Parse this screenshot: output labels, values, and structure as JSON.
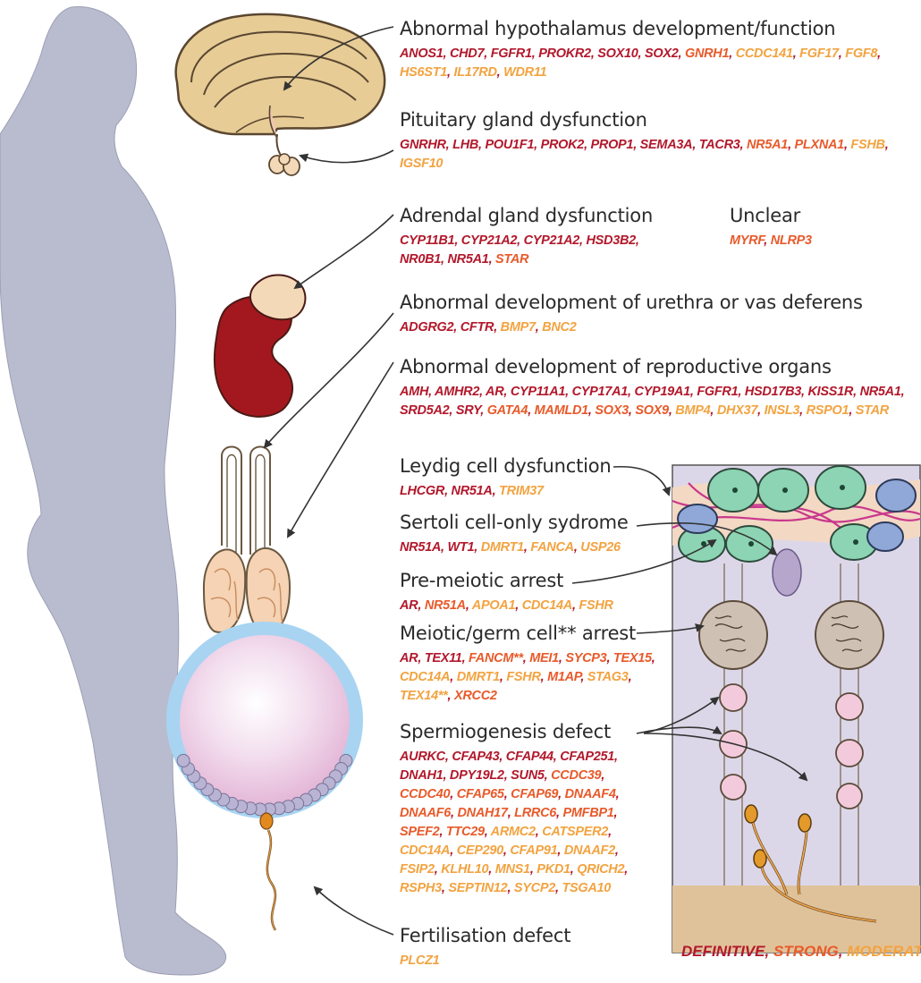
{
  "sections": [
    {
      "id": "hypothalamus",
      "title": "Abnormal hypothalamus development/function",
      "genes": [
        {
          "n": "ANOS1",
          "l": "definitive"
        },
        {
          "n": "CHD7",
          "l": "definitive"
        },
        {
          "n": "FGFR1",
          "l": "definitive"
        },
        {
          "n": "PROKR2",
          "l": "definitive"
        },
        {
          "n": "SOX10",
          "l": "definitive"
        },
        {
          "n": "SOX2",
          "l": "definitive"
        },
        {
          "n": "GNRH1",
          "l": "strong"
        },
        {
          "n": "CCDC141",
          "l": "moderate"
        },
        {
          "n": "FGF17",
          "l": "moderate"
        },
        {
          "n": "FGF8",
          "l": "moderate"
        },
        {
          "n": "HS6ST1",
          "l": "moderate"
        },
        {
          "n": "IL17RD",
          "l": "moderate"
        },
        {
          "n": "WDR11",
          "l": "moderate"
        }
      ]
    },
    {
      "id": "pituitary",
      "title": "Pituitary gland dysfunction",
      "genes": [
        {
          "n": "GNRHR",
          "l": "definitive"
        },
        {
          "n": "LHB",
          "l": "definitive"
        },
        {
          "n": "POU1F1",
          "l": "definitive"
        },
        {
          "n": "PROK2",
          "l": "definitive"
        },
        {
          "n": "PROP1",
          "l": "definitive"
        },
        {
          "n": "SEMA3A",
          "l": "definitive"
        },
        {
          "n": "TACR3",
          "l": "definitive"
        },
        {
          "n": "NR5A1",
          "l": "strong"
        },
        {
          "n": "PLXNA1",
          "l": "strong"
        },
        {
          "n": "FSHB",
          "l": "moderate"
        },
        {
          "n": "IGSF10",
          "l": "moderate"
        }
      ]
    },
    {
      "id": "adrenal",
      "title": "Adrendal gland dysfunction",
      "genes": [
        {
          "n": "CYP11B1",
          "l": "definitive"
        },
        {
          "n": "CYP21A2",
          "l": "definitive"
        },
        {
          "n": "CYP21A2",
          "l": "definitive"
        },
        {
          "n": "HSD3B2",
          "l": "definitive"
        },
        {
          "n": "NR0B1",
          "l": "definitive"
        },
        {
          "n": "NR5A1",
          "l": "definitive"
        },
        {
          "n": "STAR",
          "l": "strong"
        }
      ]
    },
    {
      "id": "unclear",
      "title": "Unclear",
      "genes": [
        {
          "n": "MYRF",
          "l": "strong"
        },
        {
          "n": "NLRP3",
          "l": "strong"
        }
      ]
    },
    {
      "id": "urethra",
      "title": "Abnormal development of urethra or vas deferens",
      "genes": [
        {
          "n": "ADGRG2",
          "l": "definitive"
        },
        {
          "n": "CFTR",
          "l": "definitive"
        },
        {
          "n": "BMP7",
          "l": "moderate"
        },
        {
          "n": "BNC2",
          "l": "moderate"
        }
      ]
    },
    {
      "id": "reproductive",
      "title": "Abnormal development of reproductive organs",
      "genes": [
        {
          "n": "AMH",
          "l": "definitive"
        },
        {
          "n": "AMHR2",
          "l": "definitive"
        },
        {
          "n": "AR",
          "l": "definitive"
        },
        {
          "n": "CYP11A1",
          "l": "definitive"
        },
        {
          "n": "CYP17A1",
          "l": "definitive"
        },
        {
          "n": "CYP19A1",
          "l": "definitive"
        },
        {
          "n": "FGFR1",
          "l": "definitive"
        },
        {
          "n": "HSD17B3",
          "l": "definitive"
        },
        {
          "n": "KISS1R",
          "l": "definitive"
        },
        {
          "n": "NR5A1",
          "l": "definitive"
        },
        {
          "n": "SRD5A2",
          "l": "definitive"
        },
        {
          "n": "SRY",
          "l": "definitive"
        },
        {
          "n": "GATA4",
          "l": "strong"
        },
        {
          "n": "MAMLD1",
          "l": "strong"
        },
        {
          "n": "SOX3",
          "l": "strong"
        },
        {
          "n": "SOX9",
          "l": "strong"
        },
        {
          "n": "BMP4",
          "l": "moderate"
        },
        {
          "n": "DHX37",
          "l": "moderate"
        },
        {
          "n": "INSL3",
          "l": "moderate"
        },
        {
          "n": "RSPO1",
          "l": "moderate"
        },
        {
          "n": "STAR",
          "l": "moderate"
        }
      ]
    },
    {
      "id": "leydig",
      "title": "Leydig cell dysfunction",
      "genes": [
        {
          "n": "LHCGR",
          "l": "definitive"
        },
        {
          "n": "NR51A",
          "l": "definitive"
        },
        {
          "n": "TRIM37",
          "l": "moderate"
        }
      ]
    },
    {
      "id": "sertoli",
      "title": "Sertoli cell-only sydrome",
      "genes": [
        {
          "n": "NR51A",
          "l": "definitive"
        },
        {
          "n": "WT1",
          "l": "definitive"
        },
        {
          "n": "DMRT1",
          "l": "moderate"
        },
        {
          "n": "FANCA",
          "l": "moderate"
        },
        {
          "n": "USP26",
          "l": "moderate"
        }
      ]
    },
    {
      "id": "premeiotic",
      "title": "Pre-meiotic arrest",
      "genes": [
        {
          "n": "AR",
          "l": "definitive"
        },
        {
          "n": "NR51A",
          "l": "strong"
        },
        {
          "n": "APOA1",
          "l": "moderate"
        },
        {
          "n": "CDC14A",
          "l": "moderate"
        },
        {
          "n": "FSHR",
          "l": "moderate"
        }
      ]
    },
    {
      "id": "meiotic",
      "title": "Meiotic/germ cell** arrest",
      "genes": [
        {
          "n": "AR",
          "l": "definitive"
        },
        {
          "n": "TEX11",
          "l": "definitive"
        },
        {
          "n": "FANCM**",
          "l": "strong"
        },
        {
          "n": "MEI1",
          "l": "strong"
        },
        {
          "n": "SYCP3",
          "l": "strong"
        },
        {
          "n": "TEX15",
          "l": "strong"
        },
        {
          "n": "CDC14A",
          "l": "moderate"
        },
        {
          "n": "DMRT1",
          "l": "moderate"
        },
        {
          "n": "FSHR",
          "l": "moderate"
        },
        {
          "n": "M1AP",
          "l": "strong"
        },
        {
          "n": "STAG3",
          "l": "moderate"
        },
        {
          "n": "TEX14**",
          "l": "moderate"
        },
        {
          "n": "XRCC2",
          "l": "strong"
        }
      ]
    },
    {
      "id": "spermiogenesis",
      "title": "Spermiogenesis defect",
      "genes": [
        {
          "n": "AURKC",
          "l": "definitive"
        },
        {
          "n": "CFAP43",
          "l": "definitive"
        },
        {
          "n": "CFAP44",
          "l": "definitive"
        },
        {
          "n": "CFAP251",
          "l": "definitive"
        },
        {
          "n": "DNAH1",
          "l": "definitive"
        },
        {
          "n": "DPY19L2",
          "l": "definitive"
        },
        {
          "n": "SUN5",
          "l": "definitive"
        },
        {
          "n": "CCDC39",
          "l": "strong"
        },
        {
          "n": "CCDC40",
          "l": "strong"
        },
        {
          "n": "CFAP65",
          "l": "strong"
        },
        {
          "n": "CFAP69",
          "l": "strong"
        },
        {
          "n": "DNAAF4",
          "l": "strong"
        },
        {
          "n": "DNAAF6",
          "l": "strong"
        },
        {
          "n": "DNAH17",
          "l": "strong"
        },
        {
          "n": "LRRC6",
          "l": "strong"
        },
        {
          "n": "PMFBP1",
          "l": "strong"
        },
        {
          "n": "SPEF2",
          "l": "strong"
        },
        {
          "n": "TTC29",
          "l": "strong"
        },
        {
          "n": "ARMC2",
          "l": "moderate"
        },
        {
          "n": "CATSPER2",
          "l": "moderate"
        },
        {
          "n": "CDC14A",
          "l": "moderate"
        },
        {
          "n": "CEP290",
          "l": "moderate"
        },
        {
          "n": "CFAP91",
          "l": "moderate"
        },
        {
          "n": "DNAAF2",
          "l": "moderate"
        },
        {
          "n": "FSIP2",
          "l": "moderate"
        },
        {
          "n": "KLHL10",
          "l": "moderate"
        },
        {
          "n": "MNS1",
          "l": "moderate"
        },
        {
          "n": "PKD1",
          "l": "moderate"
        },
        {
          "n": "QRICH2",
          "l": "moderate"
        },
        {
          "n": "RSPH3",
          "l": "moderate"
        },
        {
          "n": "SEPTIN12",
          "l": "moderate"
        },
        {
          "n": "SYCP2",
          "l": "moderate"
        },
        {
          "n": "TSGA10",
          "l": "moderate"
        }
      ]
    },
    {
      "id": "fertilisation",
      "title": "Fertilisation defect",
      "genes": [
        {
          "n": "PLCZ1",
          "l": "moderate"
        }
      ]
    }
  ],
  "legend": {
    "definitive": "DEFINITIVE",
    "strong": "STRONG",
    "moderate": "MODERATE"
  },
  "colors": {
    "definitive": "#b2182b",
    "strong": "#e85a2a",
    "moderate": "#f2a340",
    "body": "#b9bccf",
    "kidney": "#a3181e",
    "brain": "#e7cc96"
  }
}
